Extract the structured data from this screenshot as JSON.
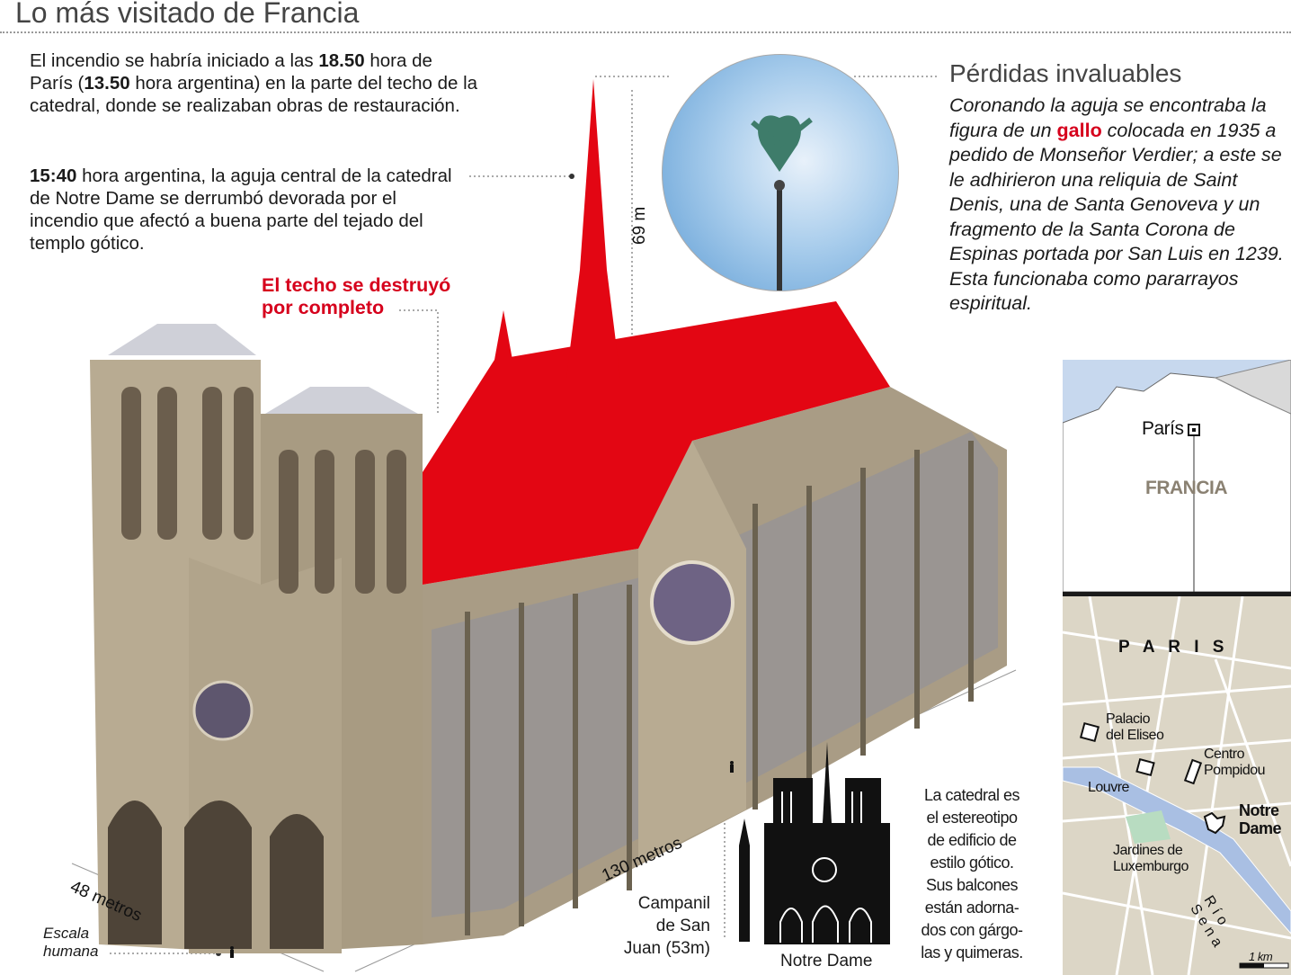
{
  "title": "Lo más visitado de Francia",
  "intro1": {
    "t1": "El incendio se habría iniciado a las ",
    "b1": "18.50",
    "t2": " hora de París (",
    "b2": "13.50",
    "t3": " hora argentina) en la parte del techo de la catedral, donde se realizaban obras de restauración."
  },
  "intro2": {
    "b1": "15:40",
    "t1": " hora argentina, la aguja central de la catedral de Notre Dame se derrumbó devorada por el incendio que afectó a buena parte del tejado del templo gótico."
  },
  "roof_label": {
    "line1": "El techo se destruyó",
    "line2": "por completo"
  },
  "spire_height": "69 m",
  "losses": {
    "title": "Pérdidas invaluables",
    "t1": "Coronando la aguja se encontraba la figura de un ",
    "highlight": "gallo",
    "t2": " colocada en 1935 a pedido de Monseñor Verdier; a este se le adhirieron una reliquia de Saint Denis, una de Santa Genoveva y un fragmento de la Santa Corona de Espinas portada por San Luis en 1239. Esta funcionaba como pararrayos espiritual."
  },
  "dimensions": {
    "width": "48 metros",
    "length": "130 metros"
  },
  "human_scale": {
    "line1": "Escala",
    "line2": "humana"
  },
  "comparison": {
    "campanil": {
      "line1": "Campanil",
      "line2": "de San",
      "line3": "Juan (53m)"
    },
    "notre_dame": "Notre Dame",
    "description": [
      "La catedral es",
      "el estereotipo",
      "de edificio de",
      "estilo gótico.",
      "Sus balcones",
      "están adorna-",
      "dos con  gárgo-",
      "las y quimeras."
    ]
  },
  "france_map": {
    "city": "París",
    "country": "FRANCIA"
  },
  "paris_map": {
    "title": "P A R I S",
    "places": {
      "eliseo1": "Palacio",
      "eliseo2": "del Eliseo",
      "louvre": "Louvre",
      "pompidou1": "Centro",
      "pompidou2": "Pompidou",
      "nd1": "Notre",
      "nd2": "Dame",
      "lux1": "Jardines de",
      "lux2": "Luxemburgo"
    },
    "river": "Río Sena",
    "scale": "1 km"
  },
  "colors": {
    "accent": "#d6001c",
    "stone": "#b8ab92",
    "water": "#a9bfe3",
    "land": "#dcd6c6"
  }
}
